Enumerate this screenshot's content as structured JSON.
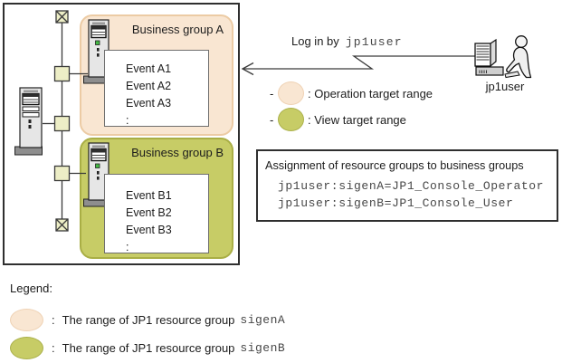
{
  "colors": {
    "operation_range_fill": "#F9E6D2",
    "operation_range_border": "#ECCBA4",
    "view_range_fill": "#C7CC66",
    "view_range_border": "#A9AE45",
    "network_node_fill": "#EDEEC6"
  },
  "group_a": {
    "label": "Business group A",
    "events": [
      "Event A1",
      "Event A2",
      "Event A3",
      ":"
    ]
  },
  "group_b": {
    "label": "Business group B",
    "events": [
      "Event B1",
      "Event B2",
      "Event B3",
      ":"
    ]
  },
  "login": {
    "prefix": "Log in by",
    "user": "jp1user"
  },
  "user_icon_label": "jp1user",
  "range_notes": {
    "operation": {
      "dash": "-",
      "label": ": Operation target range"
    },
    "view": {
      "dash": "-",
      "label": ": View target range"
    }
  },
  "assignment": {
    "title": "Assignment of resource groups to business groups",
    "line1": "jp1user:sigenA=JP1_Console_Operator",
    "line2": "jp1user:sigenB=JP1_Console_User"
  },
  "legend": {
    "title": "Legend:",
    "colon": ":",
    "item_a": {
      "text": "The range of JP1 resource group",
      "mono": "sigenA"
    },
    "item_b": {
      "text": "The range of JP1 resource group",
      "mono": "sigenB"
    }
  }
}
